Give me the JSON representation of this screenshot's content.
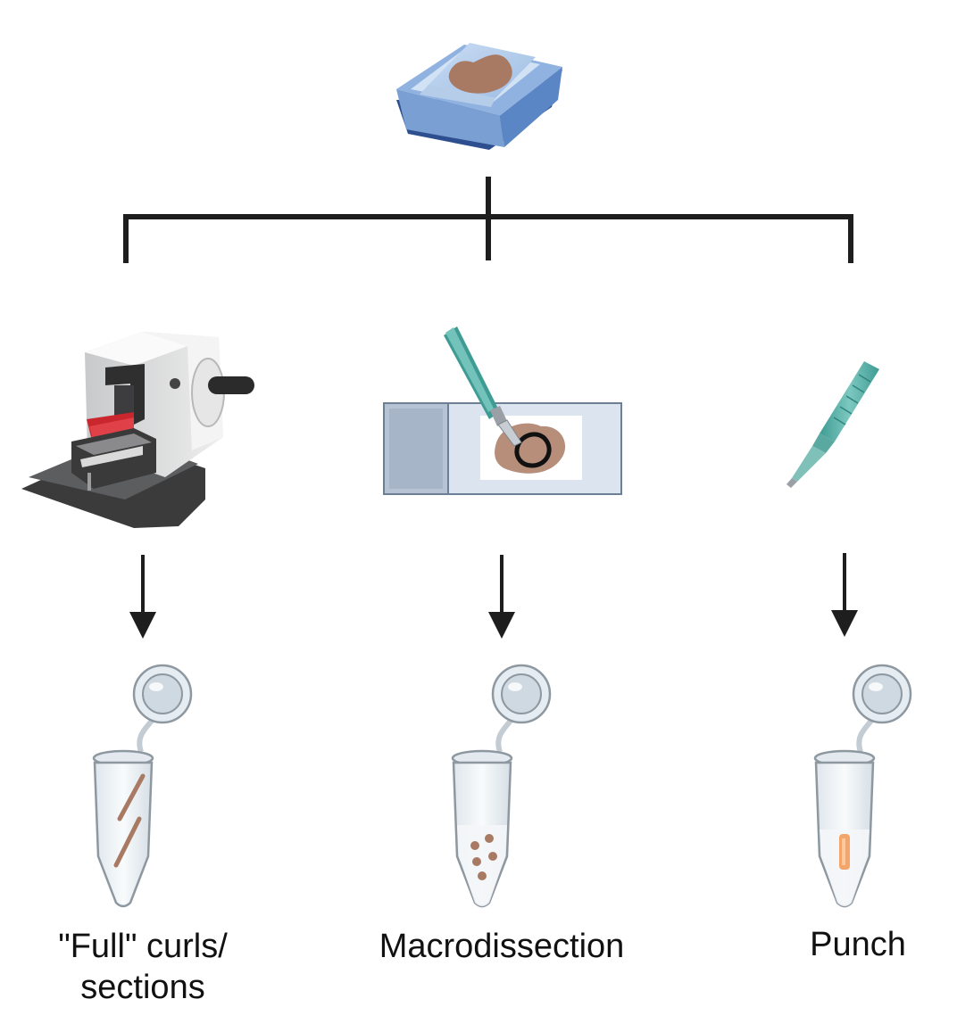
{
  "labels": {
    "curls_line1": "\"Full\" curls/",
    "curls_line2": "sections",
    "macro": "Macrodissection",
    "punch": "Punch"
  },
  "colors": {
    "connector": "#1e1e1e",
    "tissue": "#a97a63",
    "block_blue": "#7fa3d6",
    "instrument_teal": "#5fb3ab",
    "tube_fill": "#eef3f6"
  },
  "icons": {
    "source": "ffpe-block-icon",
    "methods": [
      "microtome-icon",
      "slide-scalpel-icon",
      "biopsy-punch-icon"
    ],
    "outputs": [
      "tube-curls-icon",
      "tube-macro-icon",
      "tube-punch-icon"
    ]
  }
}
